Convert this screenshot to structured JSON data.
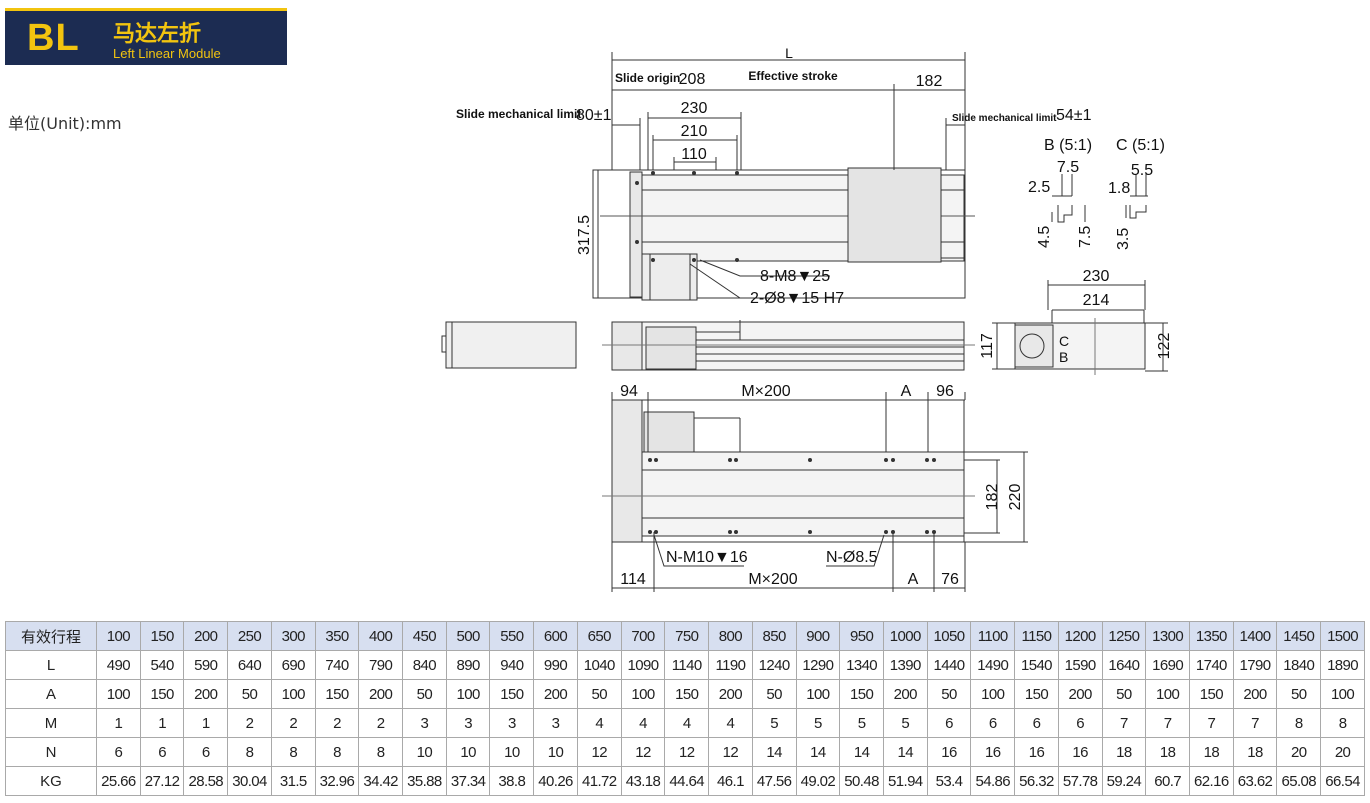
{
  "header": {
    "code": "BL",
    "title_zh": "马达左折",
    "title_en": "Left Linear Module",
    "brand_color": "#1c2c52",
    "accent_color": "#f2c40f"
  },
  "unit_label": "单位(Unit):mm",
  "drawing": {
    "dim_L": "L",
    "slide_origin": "Slide origin",
    "d208": "208",
    "effective_stroke": "Effective stroke",
    "d182_top": "182",
    "slide_mech_limit_left": "Slide mechanical limit",
    "d80": "80±1",
    "d230_top": "230",
    "d210": "210",
    "d110": "110",
    "slide_mech_limit_right": "Slide mechanical limit",
    "d54": "54±1",
    "detail_b": "B (5:1)",
    "detail_c": "C (5:1)",
    "b75": "7.5",
    "b25": "2.5",
    "b45": "4.5",
    "b75v": "7.5",
    "c55": "5.5",
    "c18": "1.8",
    "c35": "3.5",
    "d3175": "317.5",
    "note_m8": "8-M8▼25",
    "note_d8": "2-Ø8▼15 H7",
    "end_230": "230",
    "end_214": "214",
    "end_117": "117",
    "end_122": "122",
    "label_c": "C",
    "label_b": "B",
    "d94": "94",
    "m200_top": "M×200",
    "a_top": "A",
    "d96": "96",
    "d182_side": "182",
    "d220": "220",
    "note_m10": "N-M10▼16",
    "note_85": "N-Ø8.5",
    "d114": "114",
    "m200_bot": "M×200",
    "a_bot": "A",
    "d76": "76"
  },
  "table": {
    "header_label": "有效行程",
    "strokes": [
      "100",
      "150",
      "200",
      "250",
      "300",
      "350",
      "400",
      "450",
      "500",
      "550",
      "600",
      "650",
      "700",
      "750",
      "800",
      "850",
      "900",
      "950",
      "1000",
      "1050",
      "1100",
      "1150",
      "1200",
      "1250",
      "1300",
      "1350",
      "1400",
      "1450",
      "1500"
    ],
    "rows": [
      {
        "label": "L",
        "values": [
          "490",
          "540",
          "590",
          "640",
          "690",
          "740",
          "790",
          "840",
          "890",
          "940",
          "990",
          "1040",
          "1090",
          "1140",
          "1190",
          "1240",
          "1290",
          "1340",
          "1390",
          "1440",
          "1490",
          "1540",
          "1590",
          "1640",
          "1690",
          "1740",
          "1790",
          "1840",
          "1890"
        ]
      },
      {
        "label": "A",
        "values": [
          "100",
          "150",
          "200",
          "50",
          "100",
          "150",
          "200",
          "50",
          "100",
          "150",
          "200",
          "50",
          "100",
          "150",
          "200",
          "50",
          "100",
          "150",
          "200",
          "50",
          "100",
          "150",
          "200",
          "50",
          "100",
          "150",
          "200",
          "50",
          "100"
        ]
      },
      {
        "label": "M",
        "values": [
          "1",
          "1",
          "1",
          "2",
          "2",
          "2",
          "2",
          "3",
          "3",
          "3",
          "3",
          "4",
          "4",
          "4",
          "4",
          "5",
          "5",
          "5",
          "5",
          "6",
          "6",
          "6",
          "6",
          "7",
          "7",
          "7",
          "7",
          "8",
          "8"
        ]
      },
      {
        "label": "N",
        "values": [
          "6",
          "6",
          "6",
          "8",
          "8",
          "8",
          "8",
          "10",
          "10",
          "10",
          "10",
          "12",
          "12",
          "12",
          "12",
          "14",
          "14",
          "14",
          "14",
          "16",
          "16",
          "16",
          "16",
          "18",
          "18",
          "18",
          "18",
          "20",
          "20"
        ]
      },
      {
        "label": "KG",
        "values": [
          "25.66",
          "27.12",
          "28.58",
          "30.04",
          "31.5",
          "32.96",
          "34.42",
          "35.88",
          "37.34",
          "38.8",
          "40.26",
          "41.72",
          "43.18",
          "44.64",
          "46.1",
          "47.56",
          "49.02",
          "50.48",
          "51.94",
          "53.4",
          "54.86",
          "56.32",
          "57.78",
          "59.24",
          "60.7",
          "62.16",
          "63.62",
          "65.08",
          "66.54"
        ]
      }
    ]
  }
}
